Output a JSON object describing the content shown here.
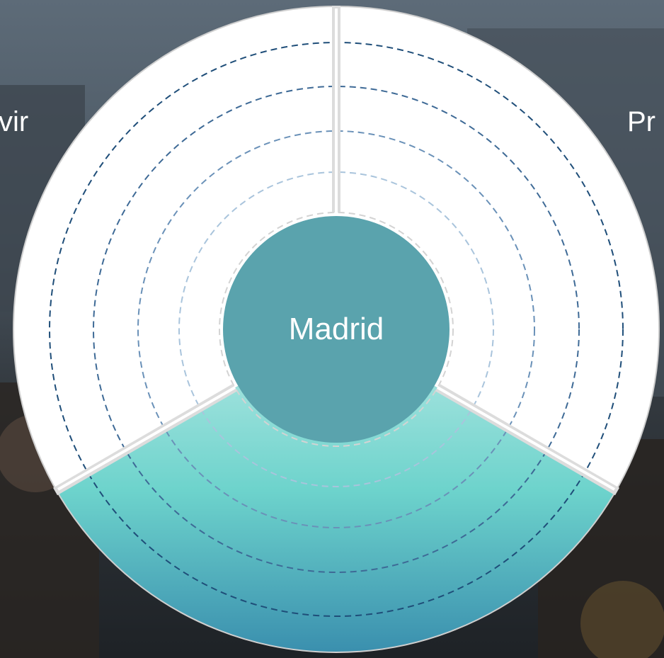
{
  "center": {
    "label": "Madrid"
  },
  "segments": [
    {
      "label": "vir",
      "fill": "#ffffff",
      "active": false
    },
    {
      "label": "Pr",
      "fill": "#ffffff",
      "active": false
    },
    {
      "label": "",
      "fill": "gradient",
      "active": true
    }
  ],
  "colors": {
    "center_fill": "#5aa3ad",
    "active_gradient_top": "#b5e8e4",
    "active_gradient_mid": "#6dd3cc",
    "active_gradient_bottom": "#3a8fae",
    "ring_dash_outer": "#1f4e79",
    "ring_dash_inner": "#a9c4dc",
    "separator": "#dcdcdc",
    "background": "#2f3b44"
  }
}
